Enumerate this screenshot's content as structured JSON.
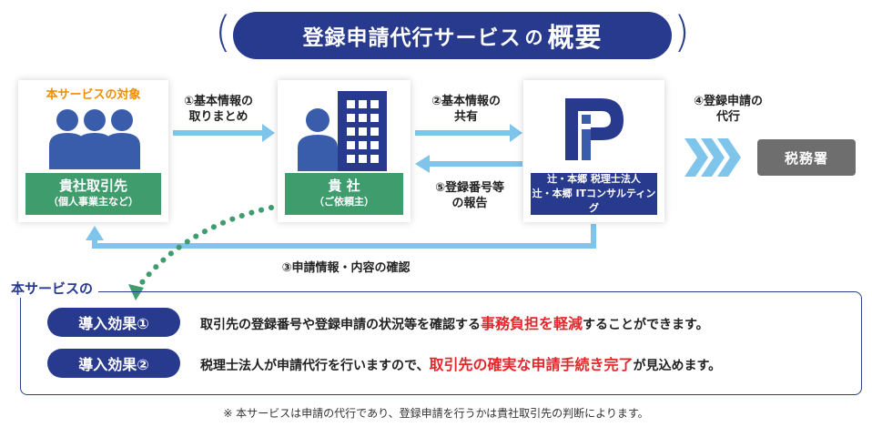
{
  "title": {
    "main": "登録申請代行サービス",
    "particle": "の",
    "emphasis": "概要"
  },
  "target_label": "本サービスの対象",
  "entities": {
    "client": {
      "name": "貴社取引先",
      "sub": "（個人事業主など）"
    },
    "company": {
      "name": "貴 社",
      "sub": "（ご依頼主）"
    },
    "firm": {
      "line1": "辻・本郷 税理士法人",
      "line2": "辻・本郷 ITコンサルティング"
    },
    "tax_office": "税務署"
  },
  "steps": {
    "s1": {
      "line1": "①基本情報の",
      "line2": "取りまとめ"
    },
    "s2": {
      "line1": "②基本情報の",
      "line2": "共有"
    },
    "s3": "③申請情報・内容の確認",
    "s4": {
      "line1": "④登録申請の",
      "line2": "代行"
    },
    "s5": {
      "line1": "⑤登録番号等",
      "line2": "の報告"
    }
  },
  "effects": {
    "heading": "本サービスの",
    "items": [
      {
        "badge": "導入効果①",
        "pre": "取引先の登録番号や登録申請の状況等を確認する",
        "emphasis": "事務負担を軽減",
        "post": "することができます。"
      },
      {
        "badge": "導入効果②",
        "pre": "税理士法人が申請代行を行いますので、",
        "emphasis": "取引先の確実な申請手続き完了",
        "post": "が見込めます。"
      }
    ]
  },
  "note": "※ 本サービスは申請の代行であり、登録申請を行うかは貴社取引先の判断によります。",
  "colors": {
    "navy": "#283a8e",
    "person_blue": "#3a5dab",
    "green": "#3f9c6d",
    "arrow_blue": "#7fc4ea",
    "orange": "#f08c00",
    "red": "#e5262b",
    "gray": "#6e6e6e"
  },
  "icons": [
    "people-group-icon",
    "person-building-icon",
    "firm-logo-icon",
    "chevron-arrows-icon"
  ]
}
